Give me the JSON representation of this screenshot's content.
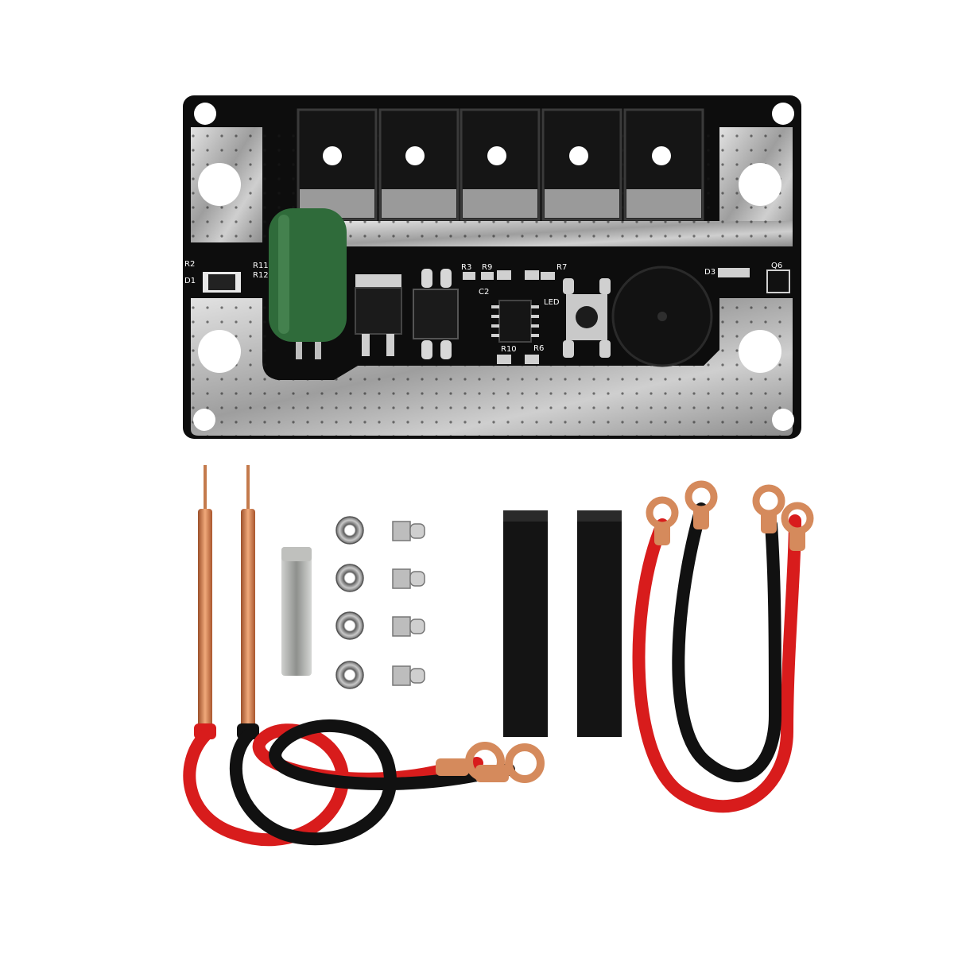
{
  "board": {
    "silkscreen": {
      "r2": "R2",
      "r11": "R11",
      "r12": "R12",
      "d1": "D1",
      "r3": "R3",
      "r9": "R9",
      "r7": "R7",
      "c2": "C2",
      "led": "LED",
      "r10": "R10",
      "r6": "R6",
      "d3": "D3",
      "q6": "Q6"
    }
  },
  "colors": {
    "pcb_black": "#0d0d0d",
    "pad_silver": "#b9b9b9",
    "capacitor_green": "#2f6b3a",
    "copper": "#d58a5c",
    "wire_red": "#d81c1c",
    "wire_black": "#111111",
    "nickel": "#a9aaa8",
    "heatshrink": "#141414"
  },
  "icons": {
    "mosfet": "mosfet-icon",
    "capacitor": "capacitor-icon",
    "buzzer": "buzzer-icon",
    "button": "tact-switch-icon",
    "pen": "welding-pen-icon",
    "nut": "nut-icon",
    "screw": "screw-icon",
    "cable": "cable-icon"
  }
}
